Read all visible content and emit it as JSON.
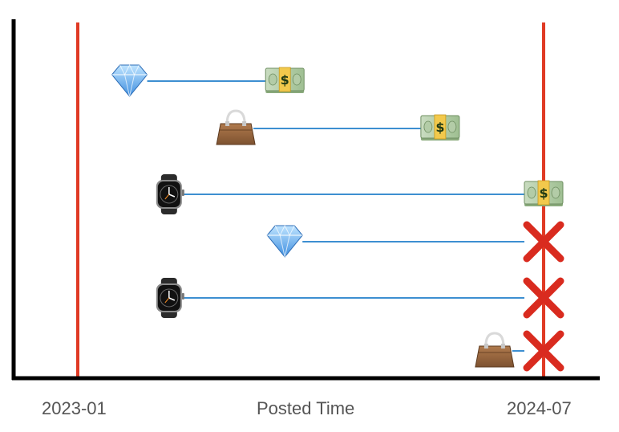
{
  "labels": {
    "start_date": "2023-01",
    "axis_title": "Posted Time",
    "end_date": "2024-07"
  },
  "colors": {
    "axis": "#000000",
    "boundary": "#e03a24",
    "timeline": "#3d8fd1",
    "cross": "#d92b1f",
    "label": "#555555"
  },
  "listings": [
    {
      "item": "diamond-icon",
      "posted": "2023-03",
      "ended": "2023-09",
      "outcome": "sold"
    },
    {
      "item": "handbag-icon",
      "posted": "2023-05",
      "ended": "2024-03",
      "outcome": "sold"
    },
    {
      "item": "watch-icon",
      "posted": "2023-04",
      "ended": "2024-07",
      "outcome": "sold"
    },
    {
      "item": "diamond-icon",
      "posted": "2023-09",
      "ended": "2024-07",
      "outcome": "unsold"
    },
    {
      "item": "watch-icon",
      "posted": "2023-04",
      "ended": "2024-07",
      "outcome": "unsold"
    },
    {
      "item": "handbag-icon",
      "posted": "2024-03",
      "ended": "2024-07",
      "outcome": "unsold"
    }
  ]
}
